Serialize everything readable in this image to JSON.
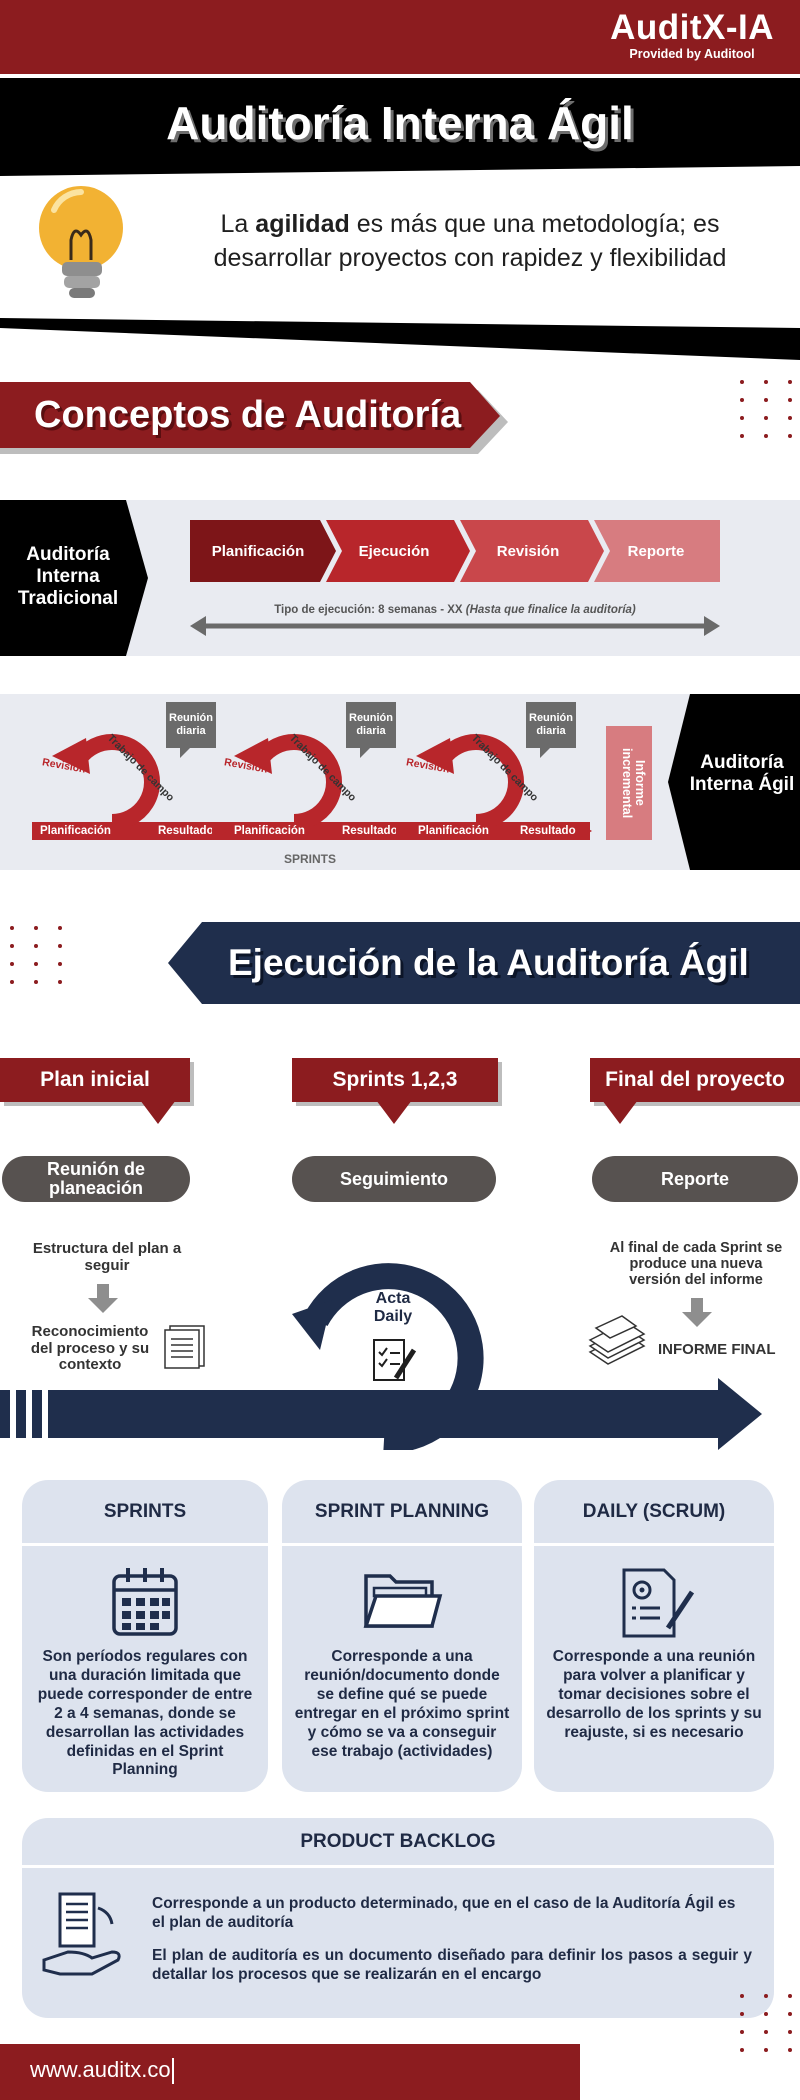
{
  "brand": {
    "name": "AuditX-IA",
    "provided": "Provided by Auditool"
  },
  "title": "Auditoría Interna Ágil",
  "intro": {
    "prefix": "La ",
    "bold": "agilidad",
    "suffix": " es más que una metodología; es desarrollar proyectos con rapidez y flexibilidad"
  },
  "concepts": {
    "heading": "Conceptos de Auditoría",
    "traditional": {
      "label": "Auditoría Interna Tradicional",
      "steps": [
        "Planificación",
        "Ejecución",
        "Revisión",
        "Reporte"
      ],
      "timeline_prefix": "Tipo de ejecución: 8 semanas - XX ",
      "timeline_italic": "(Hasta que finalice la auditoría)"
    },
    "agile": {
      "label": "Auditoría Interna Ágil",
      "daily": "Reunión diaria",
      "revision": "Revisión",
      "fieldwork": "Trabajo de campo",
      "planning": "Planificación",
      "results": "Resultados",
      "incremental": "Informe incremental",
      "sprints": "SPRINTS"
    }
  },
  "execution": {
    "heading": "Ejecución de la Auditoría Ágil",
    "phases": [
      {
        "banner": "Plan inicial",
        "pill": "Reunión de planeación"
      },
      {
        "banner": "Sprints 1,2,3",
        "pill": "Seguimiento"
      },
      {
        "banner": "Final del proyecto",
        "pill": "Reporte"
      }
    ],
    "left_top": "Estructura del plan a seguir",
    "left_bottom": "Reconocimiento del proceso y su contexto",
    "center": "Acta Daily",
    "right_top": "Al final de cada Sprint se produce una nueva versión del informe",
    "right_bottom": "INFORME FINAL"
  },
  "cards": [
    {
      "title": "SPRINTS",
      "text": "Son períodos regulares con una duración limitada que puede corresponder de entre 2 a 4 semanas, donde se desarrollan las actividades definidas en el Sprint Planning"
    },
    {
      "title": "SPRINT PLANNING",
      "text": "Corresponde a una reunión/documento donde se define qué se puede entregar en el próximo sprint y cómo se va a conseguir ese trabajo (actividades)"
    },
    {
      "title": "DAILY (SCRUM)",
      "text": "Corresponde a una reunión para volver a planificar y tomar decisiones sobre el desarrollo de los sprints y su reajuste, si es necesario"
    }
  ],
  "backlog": {
    "title": "PRODUCT BACKLOG",
    "p1": "Corresponde a un producto determinado, que en el caso de la Auditoría Ágil es el plan de auditoría",
    "p2": "El plan de auditoría es un documento diseñado para definir los pasos a seguir y detallar los procesos que se realizarán en el encargo"
  },
  "footer": {
    "url": "www.auditx.co"
  },
  "colors": {
    "red": "#8c1c1f",
    "navy": "#1f2e4c",
    "gray": "#575250",
    "panel": "#dde3ee"
  }
}
